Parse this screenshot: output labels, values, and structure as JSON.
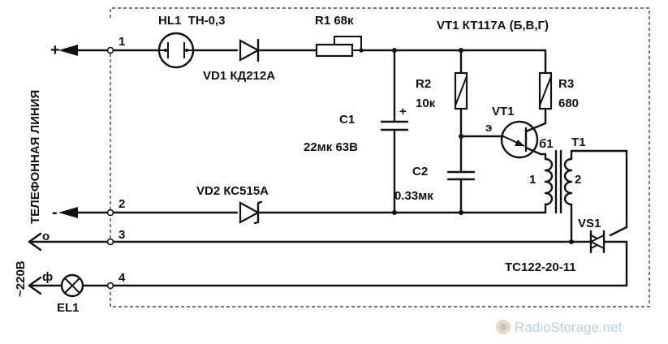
{
  "side_labels": {
    "phone_line": "ТЕЛЕФОННАЯ ЛИНИЯ",
    "mains": "~220В"
  },
  "polarity": {
    "plus": "+",
    "minus": "-"
  },
  "mains_wires": {
    "neutral": "о",
    "phase": "ф"
  },
  "terminals": [
    "1",
    "2",
    "3",
    "4"
  ],
  "components": {
    "hl1": "HL1  ТН-0,3",
    "vd1": "VD1 КД212А",
    "r1": "R1 68к",
    "vt1_header": "VT1 КТ117А (Б,В,Г)",
    "r2_ref": "R2",
    "r2_val": "10к",
    "r3_ref": "R3",
    "r3_val": "680",
    "c1_ref": "C1",
    "c1_val": "22мк 63В",
    "c1_pol": "+",
    "c2_ref": "C2",
    "c2_val": "0.33мк",
    "vt1_ref": "VT1",
    "emitter_pin": "э",
    "base1_pin": "б1",
    "t1_ref": "T1",
    "t1_w1": "1",
    "t1_w2": "2",
    "vd2": "VD2 КС515А",
    "vs1_ref": "VS1",
    "vs1_part": "ТС122-20-11",
    "el1": "EL1"
  },
  "watermark": "RadioStorage.net"
}
